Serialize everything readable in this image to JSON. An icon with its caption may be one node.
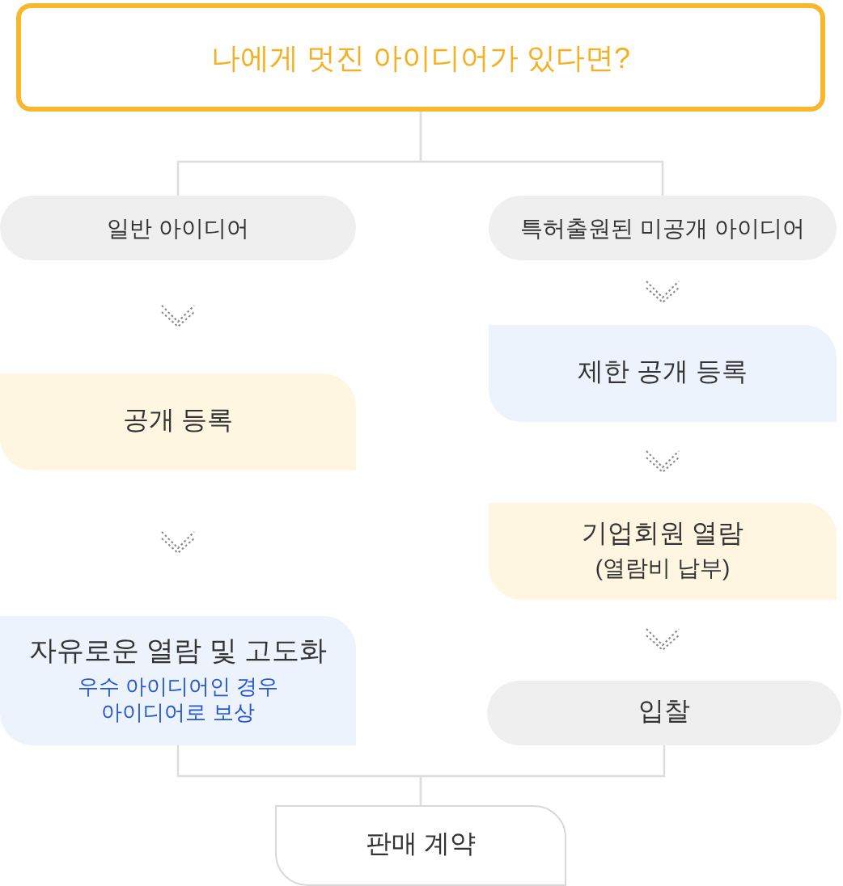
{
  "diagram": {
    "nodes": [
      {
        "text": [
          "나에게 멋진 아이디어가 있다면?"
        ]
      },
      {
        "text": [
          "일반 아이디어"
        ]
      },
      {
        "text": [
          "특허출원된 미공개 아이디어"
        ]
      },
      {
        "text": [
          "공개 등록"
        ]
      },
      {
        "text": [
          "자유로운 열람 및 고도화",
          "우수 아이디어인 경우 아이디어로 보상"
        ]
      },
      {
        "text": [
          "제한 공개 등록"
        ]
      },
      {
        "text": [
          "기업회원 열람",
          "(열람비 납부)"
        ]
      },
      {
        "text": [
          "입찰"
        ]
      },
      {
        "text": [
          "판매 계약"
        ]
      }
    ],
    "edges": [
      {
        "from": 0,
        "to": 1,
        "arrow": "none"
      },
      {
        "from": 0,
        "to": 2,
        "arrow": "none"
      },
      {
        "from": 1,
        "to": 3,
        "arrow": "to",
        "style": "dashed"
      },
      {
        "from": 3,
        "to": 4,
        "arrow": "to",
        "style": "dashed"
      },
      {
        "from": 2,
        "to": 5,
        "arrow": "to",
        "style": "dashed"
      },
      {
        "from": 5,
        "to": 6,
        "arrow": "to",
        "style": "dashed"
      },
      {
        "from": 6,
        "to": 7,
        "arrow": "to",
        "style": "dashed"
      },
      {
        "from": 4,
        "to": 8,
        "arrow": "none"
      },
      {
        "from": 7,
        "to": 8,
        "arrow": "none"
      }
    ]
  }
}
